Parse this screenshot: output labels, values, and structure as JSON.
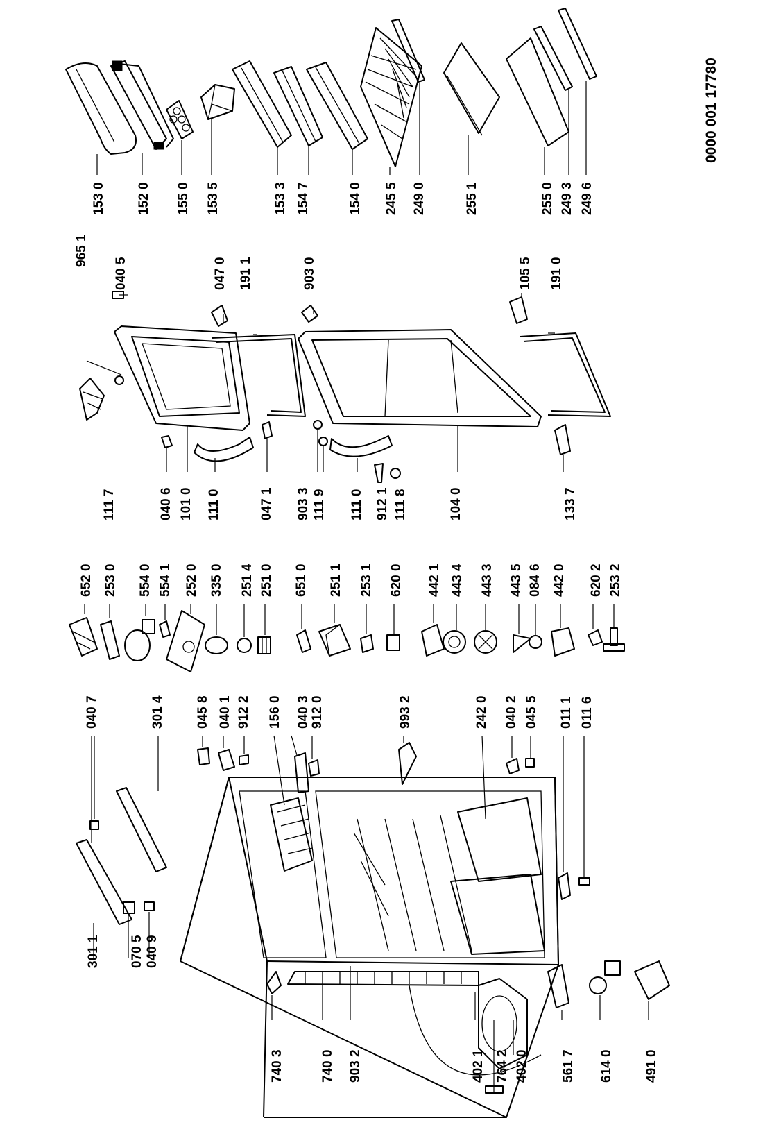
{
  "document_number": "0000 001 17780",
  "labels": [
    "153 0",
    "152 0",
    "155 0",
    "153 5",
    "153 3",
    "154 7",
    "154 0",
    "245 5",
    "249 0",
    "255 1",
    "255 0",
    "249 3",
    "249 6",
    "965 1",
    "040 5",
    "047 0",
    "191 1",
    "903 0",
    "105 5",
    "191 0",
    "111 7",
    "040 6",
    "101 0",
    "111 0",
    "047 1",
    "903 3",
    "111 9",
    "111 0",
    "912 1",
    "111 8",
    "104 0",
    "133 7",
    "652 0",
    "253 0",
    "554 0",
    "554 1",
    "252 0",
    "335 0",
    "251 4",
    "251 0",
    "651 0",
    "251 1",
    "253 1",
    "620 0",
    "442 1",
    "443 4",
    "443 3",
    "443 5",
    "084 6",
    "442 0",
    "620 2",
    "253 2",
    "040 7",
    "301 4",
    "045 8",
    "040 1",
    "912 2",
    "156 0",
    "040 3",
    "912 0",
    "993 2",
    "242 0",
    "040 2",
    "045 5",
    "011 1",
    "011 6",
    "301 1",
    "070 5",
    "040 9",
    "740 3",
    "740 0",
    "903 2",
    "402 1",
    "764 2",
    "402 0",
    "561 7",
    "614 0",
    "491 0"
  ]
}
